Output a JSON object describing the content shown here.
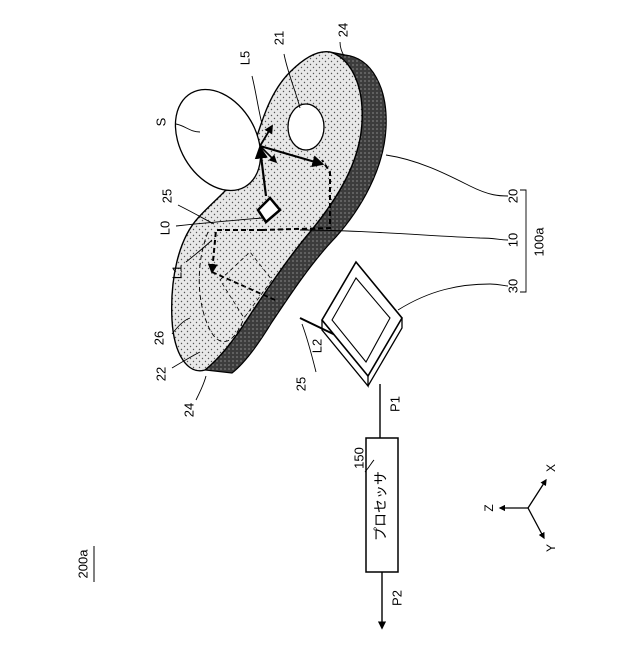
{
  "figure_ref": "200a",
  "labels": {
    "S": "S",
    "L5": "L5",
    "n21": "21",
    "n24_top": "24",
    "n25_left": "25",
    "L0": "L0",
    "L1": "L1",
    "n26": "26",
    "n22": "22",
    "n24_bottom": "24",
    "n25_bottom": "25",
    "L2": "L2",
    "n20": "20",
    "n10": "10",
    "n30": "30",
    "group": "100a",
    "n150": "150",
    "P1": "P1",
    "P2": "P2"
  },
  "processor_label": "プロセッサ",
  "axes": {
    "x": "X",
    "y": "Y",
    "z": "Z"
  },
  "colors": {
    "line": "#000000",
    "body_fill": "#dedede",
    "side_fill": "#4a4a4a",
    "background": "#ffffff"
  }
}
